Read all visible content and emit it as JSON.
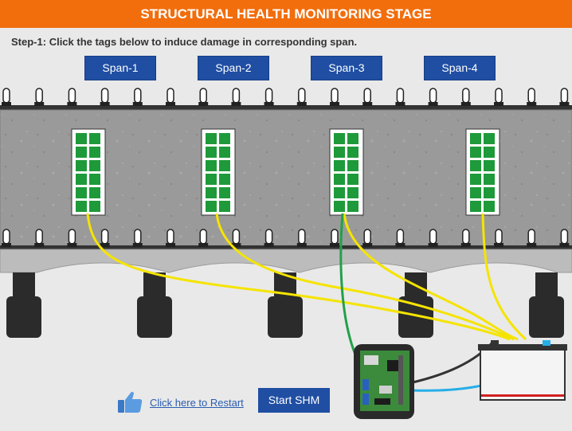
{
  "header": {
    "title": "STRUCTURAL HEALTH MONITORING STAGE"
  },
  "instruction": {
    "step": "Step-1:",
    "text": "Click the tags below to induce damage in corresponding span."
  },
  "spans": [
    {
      "label": "Span-1"
    },
    {
      "label": "Span-2"
    },
    {
      "label": "Span-3"
    },
    {
      "label": "Span-4"
    }
  ],
  "controls": {
    "restart_label": "Click here to Restart",
    "restart_icon": "thumbs-up-icon",
    "start_label": "Start SHM"
  },
  "colors": {
    "header": "#f26d0c",
    "button": "#1f4ea3",
    "sensor": "#1e9a3a",
    "wire_yellow": "#f5e400",
    "wire_green": "#22a04a",
    "wire_blue": "#26aee8",
    "wire_black": "#333333",
    "battery_red": "#d02020"
  }
}
